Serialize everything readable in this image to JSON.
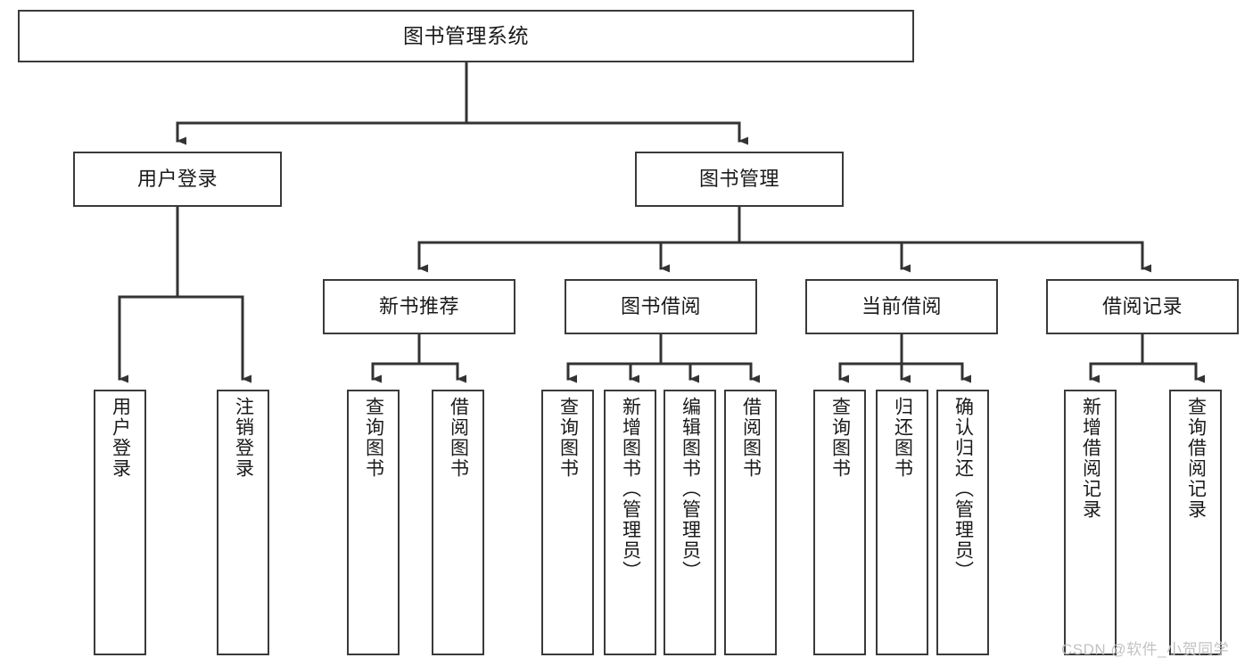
{
  "diagram": {
    "title": "图书管理系统",
    "watermark": "CSDN @软件_小贺同学",
    "colors": {
      "box_border": "#3a3a3a",
      "box_fill": "#ffffff",
      "connector": "#333333",
      "text": "#1a1a1a",
      "watermark": "#c2c2c2",
      "background": "#ffffff"
    },
    "root": {
      "label": "图书管理系统"
    },
    "level2": [
      {
        "label": "用户登录"
      },
      {
        "label": "图书管理"
      }
    ],
    "level3": [
      {
        "label": "新书推荐"
      },
      {
        "label": "图书借阅"
      },
      {
        "label": "当前借阅"
      },
      {
        "label": "借阅记录"
      }
    ],
    "leaves": {
      "user_login": [
        {
          "label": "用户登录"
        },
        {
          "label": "注销登录"
        }
      ],
      "new_book": [
        {
          "label": "查询图书"
        },
        {
          "label": "借阅图书"
        }
      ],
      "book_borrow": [
        {
          "label": "查询图书"
        },
        {
          "label": "新增图书（管理员）"
        },
        {
          "label": "编辑图书（管理员）"
        },
        {
          "label": "借阅图书"
        }
      ],
      "current_borrow": [
        {
          "label": "查询图书"
        },
        {
          "label": "归还图书"
        },
        {
          "label": "确认归还（管理员）"
        }
      ],
      "borrow_record": [
        {
          "label": "新增借阅记录"
        },
        {
          "label": "查询借阅记录"
        }
      ]
    }
  }
}
